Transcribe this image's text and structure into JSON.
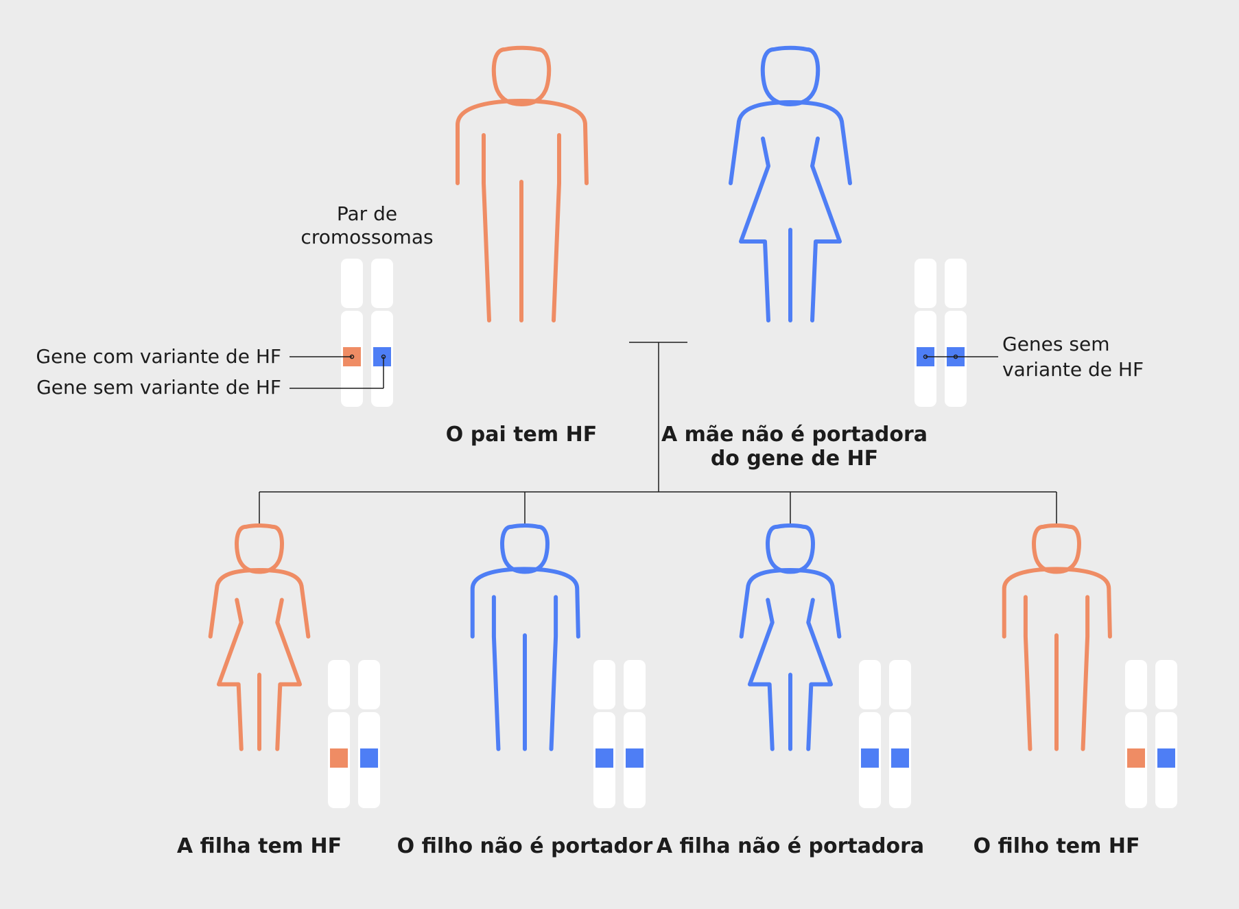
{
  "colors": {
    "affected": "#ef8c64",
    "unaffected": "#4e7ef5",
    "chromosome": "#ffffff",
    "line": "#1c1c1c",
    "background": "#ececec"
  },
  "legend": {
    "pair_label_line1": "Par de",
    "pair_label_line2": "cromossomas",
    "with_variant": "Gene com variante de HF",
    "without_variant": "Gene sem variante de HF",
    "genes_without_line1": "Genes sem",
    "genes_without_line2": "variante de HF"
  },
  "parents": {
    "father": {
      "label": "O pai tem HF",
      "figure": "male",
      "status": "affected"
    },
    "mother": {
      "label_line1": "A mãe não é portadora",
      "label_line2": "do gene de HF",
      "figure": "female",
      "status": "unaffected"
    }
  },
  "children": [
    {
      "label": "A filha tem HF",
      "figure": "female",
      "status": "affected"
    },
    {
      "label": "O filho não é portador",
      "figure": "male",
      "status": "unaffected"
    },
    {
      "label": "A filha não é portadora",
      "figure": "female",
      "status": "unaffected"
    },
    {
      "label": "O filho tem HF",
      "figure": "male",
      "status": "affected"
    }
  ]
}
